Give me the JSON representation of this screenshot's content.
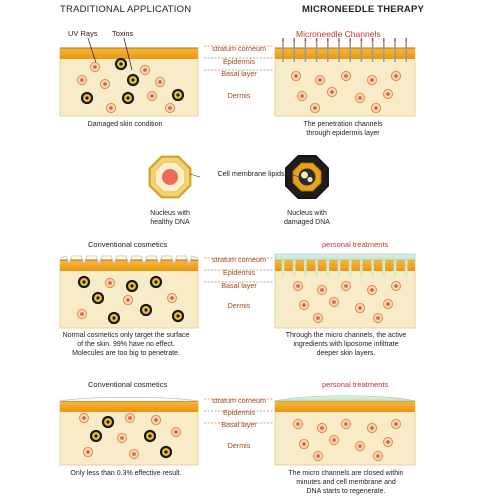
{
  "headers": {
    "left": "TRADITIONAL APPLICATION",
    "right": "MICRONEEDLE THERAPY"
  },
  "top_labels": {
    "uv_rays": "UV Rays",
    "toxins": "Toxins",
    "microneedle_channels": "Microneedle Channels"
  },
  "layers": {
    "stratum_corneum": "stratum corneum",
    "epidermis": "Epidermis",
    "basal_layer": "Basal layer",
    "dermis": "Dermis"
  },
  "row1": {
    "left_caption": "Damaged skin condition",
    "right_caption_1": "The penetration channels",
    "right_caption_2": "through epidermis layer"
  },
  "cells": {
    "center_label": "Cell membrane lipids",
    "left_label_1": "Nucleus with",
    "left_label_2": "healthy DNA",
    "right_label_1": "Nucleus with",
    "right_label_2": "damaged DNA"
  },
  "row2": {
    "left_title": "Conventional cosmetics",
    "right_title": "personal treatments",
    "left_caption_1": "Normal cosmetics only target the surface",
    "left_caption_2": "of the skin. 99% have no effect.",
    "left_caption_3": "Molecules are too big to penetrate.",
    "right_caption_1": "Through the micro channels, the active",
    "right_caption_2": "ingredients with liposome infiltrate",
    "right_caption_3": "deeper skin layers."
  },
  "row3": {
    "left_title": "Conventional cosmetics",
    "right_title": "personal treatments",
    "left_caption": "Only less than 0.3% effective result.",
    "right_caption_1": "The micro channels are closed within",
    "right_caption_2": "minutes and cell membrane and",
    "right_caption_3": "DNA starts to regenerate."
  },
  "colors": {
    "epidermis": "#f0a21c",
    "dermis": "#f8ecc8",
    "label_red": "#c0392b",
    "layer_brown": "#9b4a1e",
    "serum_green": "#cfe9d6"
  }
}
